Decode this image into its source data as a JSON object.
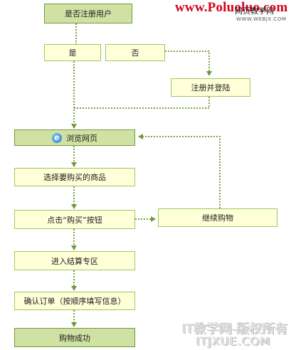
{
  "watermarks": {
    "top": "www.Poluoluo.com",
    "top_sub": "网页教学网",
    "top_sub2": "WWW.WEBJX.COM",
    "bottom_line1": "IT教学网-版权所有",
    "bottom_line2": "ITJXUE.COM"
  },
  "nodes": {
    "registered": "是否注册用户",
    "yes": "是",
    "no": "否",
    "register_login": "注册并登陆",
    "browse": "浏览网页",
    "select_product": "选择要购买的商品",
    "click_buy": "点击“购买”按钮",
    "continue_shopping": "继续购物",
    "checkout": "进入结算专区",
    "confirm_order": "确认订单（按顺序填写信息）",
    "success": "购物成功"
  },
  "icons": {
    "browse": "ie-browser-icon"
  },
  "colors": {
    "light_box": "#ffffd8",
    "dark_box": "#d0e2a3",
    "border": "#9fc467",
    "connector": "#7aa33d",
    "watermark_red": "#d3001a"
  }
}
